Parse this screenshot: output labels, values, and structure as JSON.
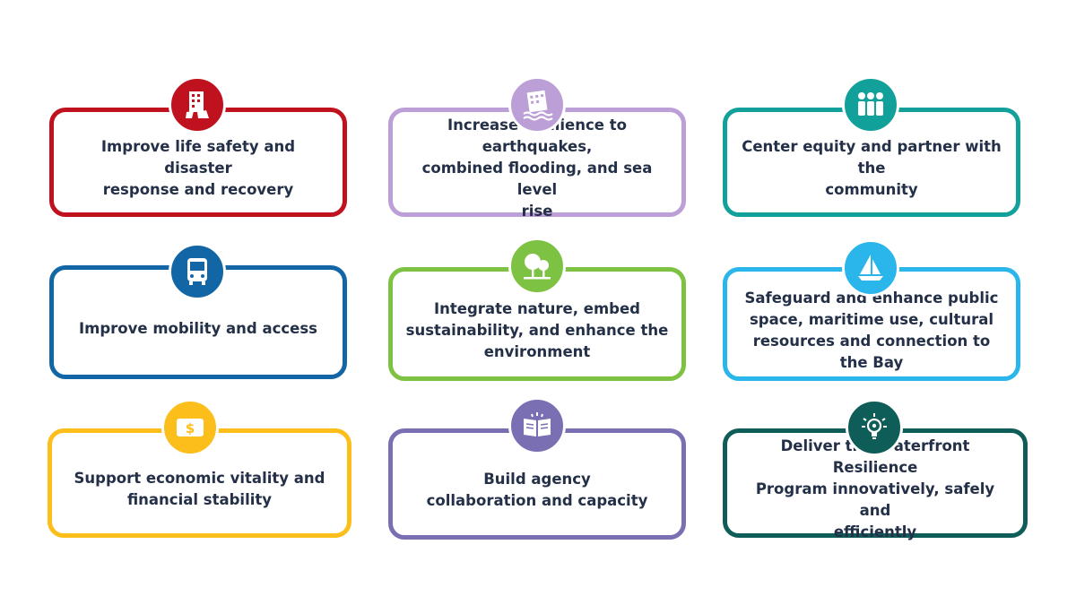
{
  "cards": [
    {
      "id": "life-safety",
      "text": "Improve life safety and disaster\nresponse and recovery",
      "color": "#c0121e",
      "icon": "collapsing-building-icon"
    },
    {
      "id": "resilience",
      "text": "Increase resilience to earthquakes,\ncombined flooding, and sea level\nrise",
      "color": "#bb9fd6",
      "icon": "flooded-building-icon"
    },
    {
      "id": "equity",
      "text": "Center equity and partner with the\ncommunity",
      "color": "#12a19a",
      "icon": "people-group-icon"
    },
    {
      "id": "mobility",
      "text": "Improve mobility and access",
      "color": "#1366a6",
      "icon": "bus-icon"
    },
    {
      "id": "nature",
      "text": "Integrate nature, embed\nsustainability, and enhance the\nenvironment",
      "color": "#7dc243",
      "icon": "trees-icon"
    },
    {
      "id": "public-space",
      "text": "Safeguard and enhance public\nspace, maritime use, cultural\nresources and connection to the Bay",
      "color": "#2ab6ea",
      "icon": "sailboat-icon"
    },
    {
      "id": "economic",
      "text": "Support economic vitality and\nfinancial stability",
      "color": "#fbbe1b",
      "icon": "dollar-bill-icon"
    },
    {
      "id": "agency",
      "text": "Build agency\ncollaboration and capacity",
      "color": "#7a6fb3",
      "icon": "open-book-icon"
    },
    {
      "id": "deliver",
      "text": "Deliver the Waterfront Resilience\nProgram innovatively, safely and\nefficiently",
      "color": "#0f5d58",
      "icon": "lightbulb-icon"
    }
  ]
}
